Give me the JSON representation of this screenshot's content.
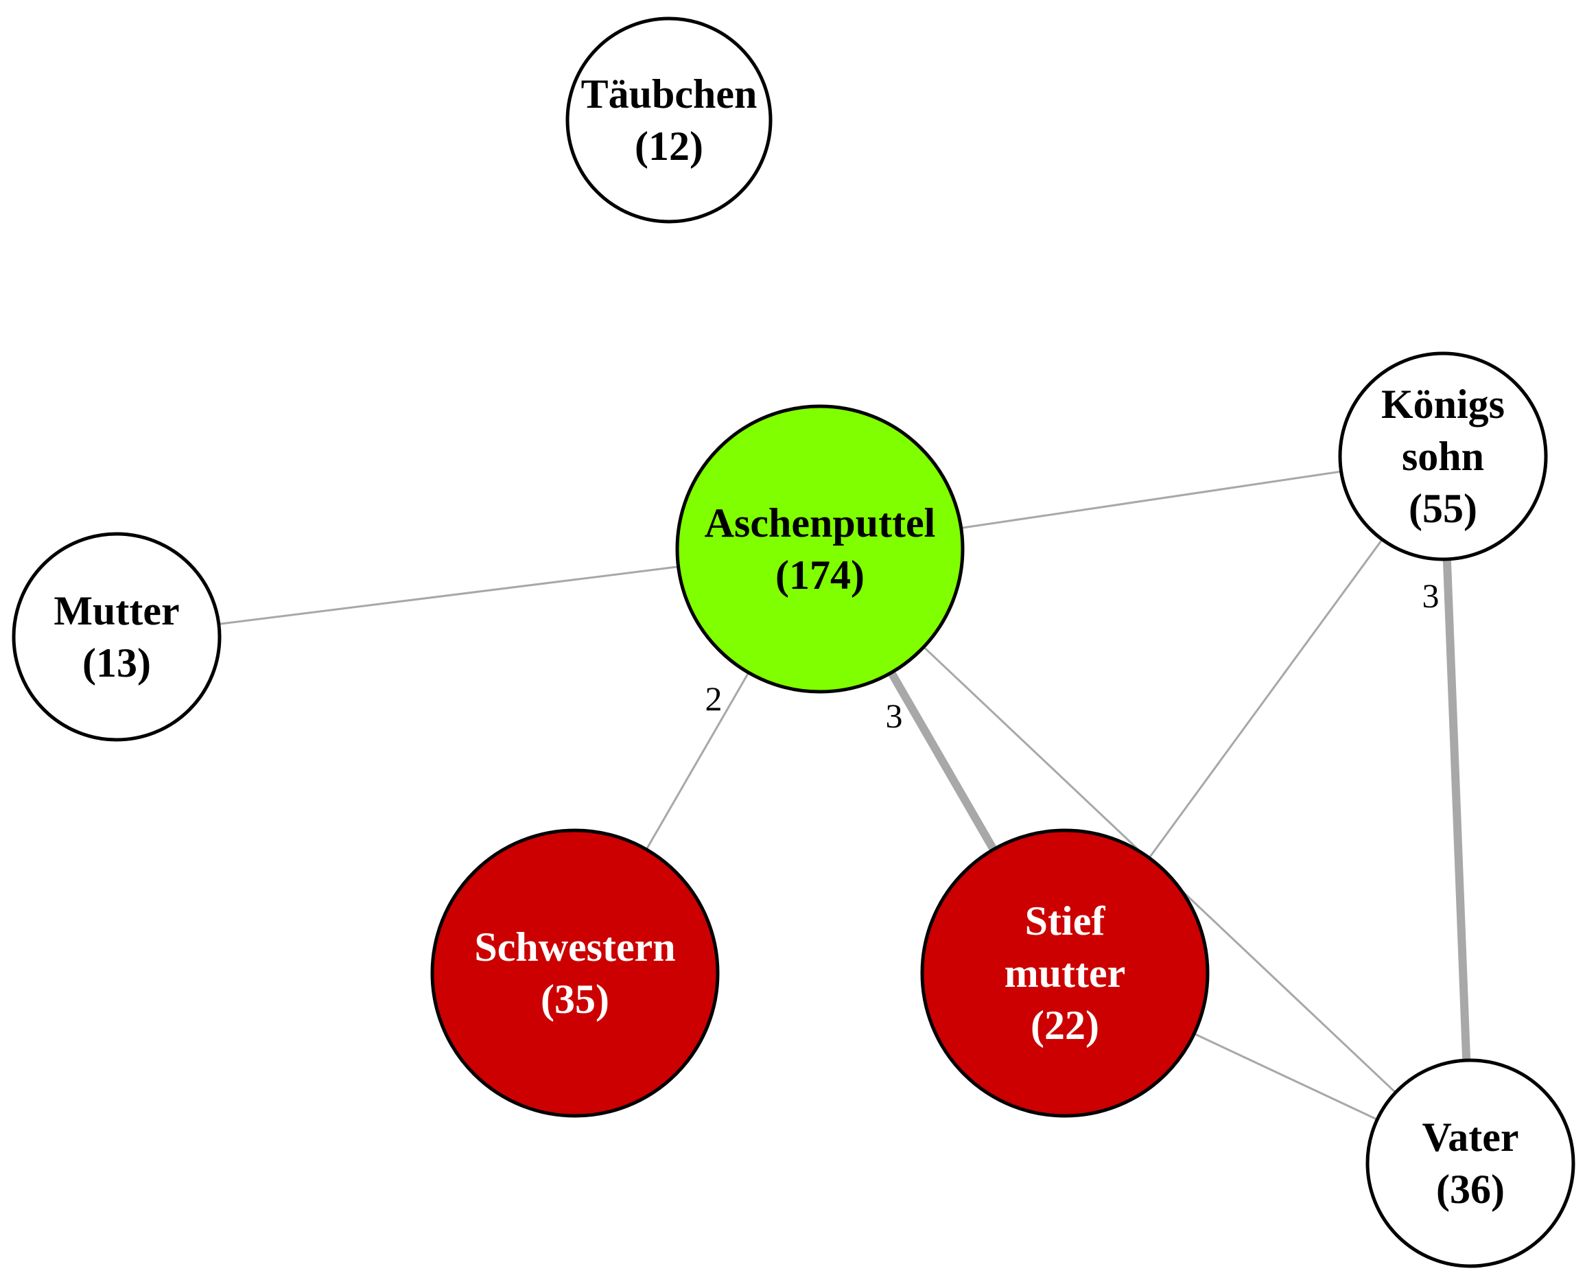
{
  "colors": {
    "edge": "#a8a8a8",
    "node_outline": "#000000",
    "protagonist_fill": "#80ff00",
    "antagonist_fill": "#cc0000",
    "neutral_fill": "#ffffff",
    "dark_text": "#000000",
    "light_text": "#ffffff"
  },
  "nodes": [
    {
      "id": "taeubchen",
      "lines": [
        "Täubchen",
        "(12)"
      ],
      "count": 12,
      "role": "neutral"
    },
    {
      "id": "mutter",
      "lines": [
        "Mutter",
        "(13)"
      ],
      "count": 13,
      "role": "neutral"
    },
    {
      "id": "aschenputtel",
      "lines": [
        "Aschenputtel",
        "(174)"
      ],
      "count": 174,
      "role": "protagonist"
    },
    {
      "id": "koenigssohn",
      "lines": [
        "Königs",
        "sohn",
        "(55)"
      ],
      "count": 55,
      "role": "neutral"
    },
    {
      "id": "schwestern",
      "lines": [
        "Schwestern",
        "(35)"
      ],
      "count": 35,
      "role": "antagonist"
    },
    {
      "id": "stiefmutter",
      "lines": [
        "Stief",
        "mutter",
        "(22)"
      ],
      "count": 22,
      "role": "antagonist"
    },
    {
      "id": "vater",
      "lines": [
        "Vater",
        "(36)"
      ],
      "count": 36,
      "role": "neutral"
    }
  ],
  "edges": [
    {
      "source": "aschenputtel",
      "target": "mutter",
      "weight": 1,
      "label": ""
    },
    {
      "source": "aschenputtel",
      "target": "koenigssohn",
      "weight": 1,
      "label": ""
    },
    {
      "source": "aschenputtel",
      "target": "schwestern",
      "weight": 2,
      "label": "2"
    },
    {
      "source": "aschenputtel",
      "target": "stiefmutter",
      "weight": 3,
      "label": "3"
    },
    {
      "source": "aschenputtel",
      "target": "vater",
      "weight": 1,
      "label": ""
    },
    {
      "source": "koenigssohn",
      "target": "stiefmutter",
      "weight": 1,
      "label": ""
    },
    {
      "source": "koenigssohn",
      "target": "vater",
      "weight": 3,
      "label": "3"
    },
    {
      "source": "stiefmutter",
      "target": "vater",
      "weight": 1,
      "label": ""
    }
  ]
}
